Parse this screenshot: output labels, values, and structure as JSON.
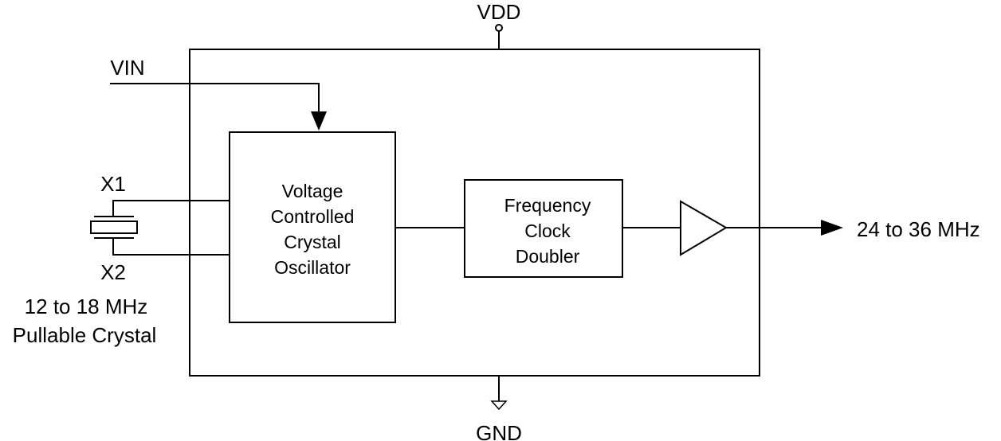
{
  "pins": {
    "vdd": "VDD",
    "gnd": "GND",
    "vin": "VIN",
    "x1": "X1",
    "x2": "X2"
  },
  "crystal": {
    "freq": "12 to 18 MHz",
    "desc": "Pullable Crystal"
  },
  "vcxo": {
    "lines": [
      "Voltage",
      "Controlled",
      "Crystal",
      "Oscillator"
    ]
  },
  "doubler": {
    "lines": [
      "Frequency",
      "Clock",
      "Doubler"
    ]
  },
  "output": {
    "label": "24 to 36 MHz"
  },
  "colors": {
    "line": "#000000",
    "background": "#ffffff"
  }
}
